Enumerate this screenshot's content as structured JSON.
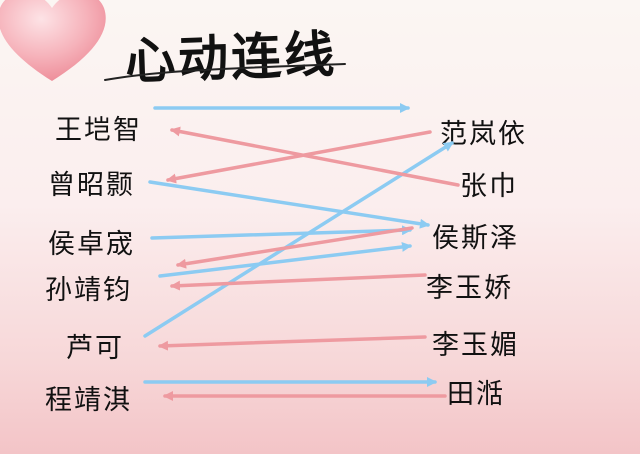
{
  "title": "心动连线",
  "left_names": [
    "王垲智",
    "曾昭颢",
    "侯卓宬",
    "孙靖钧",
    "芦可",
    "程靖淇"
  ],
  "right_names": [
    "范岚依",
    "张巾",
    "侯斯泽",
    "李玉娇",
    "李玉媚",
    "田湉"
  ],
  "colors": {
    "blue_arrow": "#8ccbf2",
    "pink_arrow": "#ee9aa0",
    "heart": "#f4a7b0"
  },
  "icons": {
    "heart": "heart-icon"
  }
}
